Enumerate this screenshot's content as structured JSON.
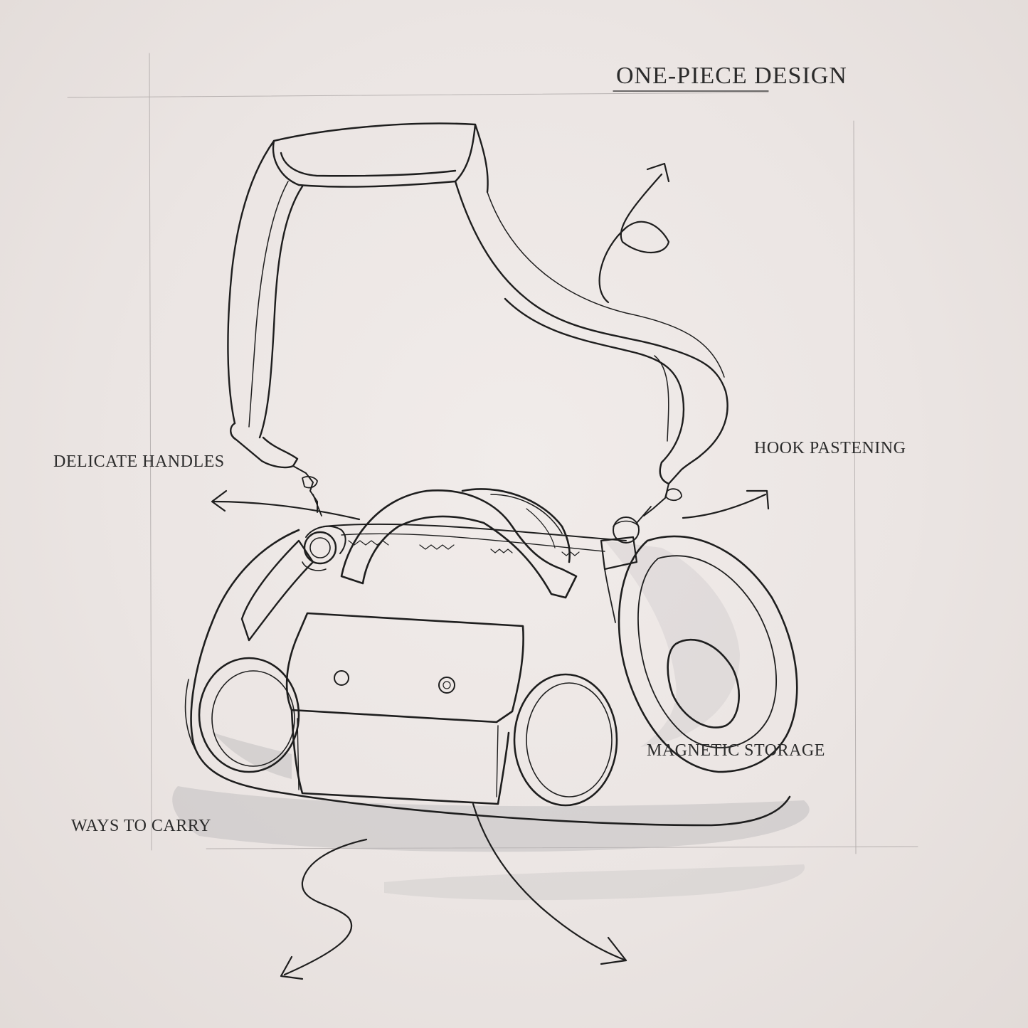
{
  "labels": {
    "title": "ONE-PIECE DESIGN",
    "handles": "DELICATE HANDLES",
    "hook": "HOOK PASTENING",
    "carry": "WAYS TO CARRY",
    "storage": "MAGNETIC STORAGE"
  },
  "colors": {
    "paper": "#ece6e4",
    "ink": "#1e1e1e",
    "shade": "#c9c7c8"
  }
}
